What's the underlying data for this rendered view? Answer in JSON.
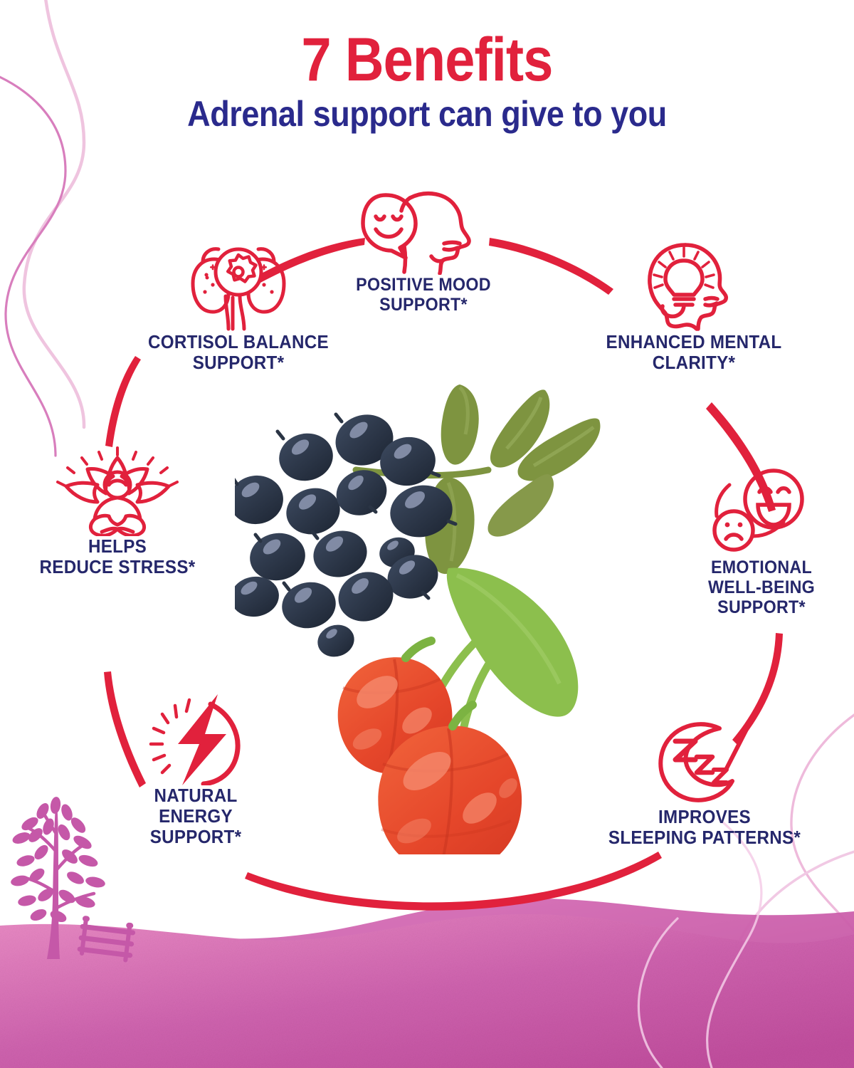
{
  "theme": {
    "red": "#E1213C",
    "navy": "#2A2A8C",
    "label_navy": "#25276B",
    "pink_hill": "#C558A8",
    "pink_hill_light": "#E98BC4",
    "pink_line": "#E9A9D2",
    "berry_dark": "#2E3A4F",
    "leaf_green": "#7E9440",
    "cherry_red": "#E8502C"
  },
  "header": {
    "title": "7 Benefits",
    "subtitle": "Adrenal support can give to you"
  },
  "benefits": [
    {
      "id": "cortisol",
      "icon": "adrenal-glands-icon",
      "label": "CORTISOL BALANCE\nSUPPORT*"
    },
    {
      "id": "mood",
      "icon": "head-smiley-speech-bubble-icon",
      "label": "POSITIVE MOOD\nSUPPORT*"
    },
    {
      "id": "clarity",
      "icon": "head-lightbulb-icon",
      "label": "ENHANCED MENTAL\nCLARITY*"
    },
    {
      "id": "emotion",
      "icon": "happy-sad-faces-icon",
      "label": "EMOTIONAL\nWELL-BEING\nSUPPORT*"
    },
    {
      "id": "sleep",
      "icon": "crescent-moon-zzz-icon",
      "label": "IMPROVES\nSLEEPING PATTERNS*"
    },
    {
      "id": "energy",
      "icon": "lightning-bolt-icon",
      "label": "NATURAL\nENERGY\nSUPPORT*"
    },
    {
      "id": "stress",
      "icon": "meditation-lotus-icon",
      "label": "HELPS\nREDUCE STRESS*"
    }
  ],
  "center_illustration": {
    "name": "elderberry-and-acerola-cherry-illustration",
    "elements": [
      "elderberry-cluster",
      "green-leaves",
      "acerola-cherries",
      "green-stems"
    ]
  },
  "decorations": {
    "bottom_scene": "pink-hill-with-tree-and-bench",
    "tree": "tree-silhouette",
    "bench": "park-bench-silhouette",
    "swooshes": "pink-curved-lines"
  }
}
